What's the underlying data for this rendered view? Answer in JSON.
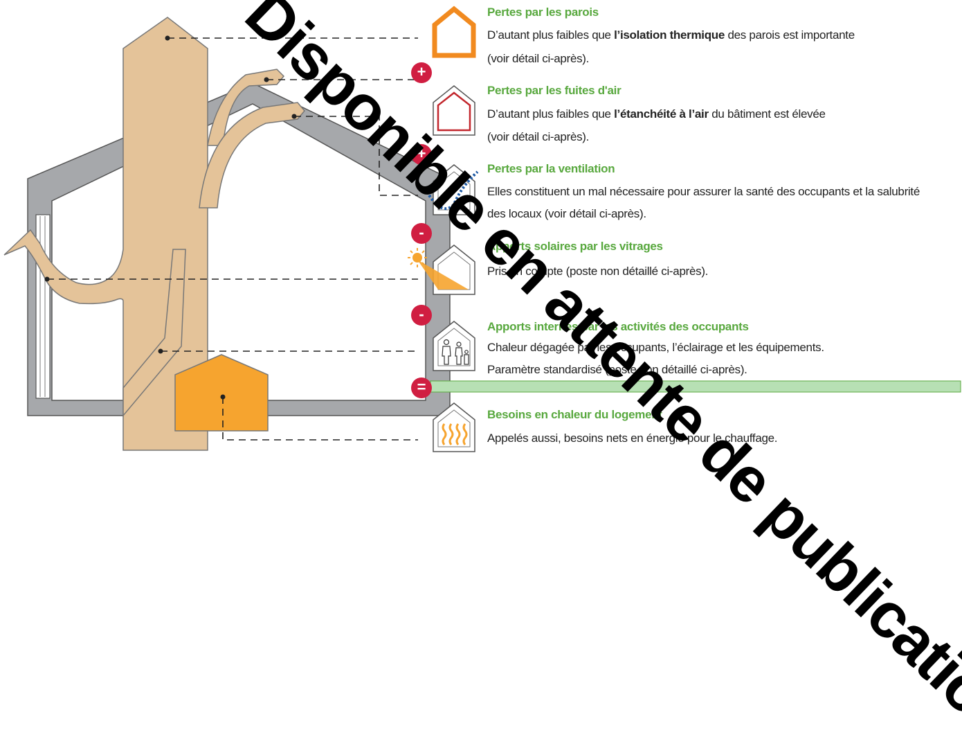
{
  "colors": {
    "accent_green": "#58a83e",
    "badge_red": "#d01e41",
    "flow_tan": "#e4c399",
    "heater_orange": "#f6a42f",
    "wall_grey": "#a6a8ab",
    "separator_green": "#b7e0b4"
  },
  "entries": [
    {
      "title": "Pertes par les parois",
      "desc1": [
        {
          "t": "D’autant plus faibles que ",
          "b": false
        },
        {
          "t": "l’isolation thermique",
          "b": true
        },
        {
          "t": " des parois est importante",
          "b": false
        }
      ],
      "desc2": "(voir détail ci-après).",
      "icon": "house-wall-icon"
    },
    {
      "title": "Pertes par les fuites d'air",
      "desc1": [
        {
          "t": "D’autant plus faibles que ",
          "b": false
        },
        {
          "t": "l’étanchéité à l’air",
          "b": true
        },
        {
          "t": " du bâtiment est élevée",
          "b": false
        }
      ],
      "desc2": "(voir détail ci-après).",
      "icon": "house-airtightness-icon"
    },
    {
      "title": "Pertes par la ventilation",
      "desc1": [
        {
          "t": "Elles constituent un mal nécessaire pour assurer la santé des occupants et la salubrité",
          "b": false
        }
      ],
      "desc2": "des locaux (voir détail ci-après).",
      "icon": "house-ventilation-icon"
    },
    {
      "title": "Apports solaires par les vitrages",
      "desc1": [
        {
          "t": "Pris en compte (poste non détaillé ci-après).",
          "b": false
        }
      ],
      "desc2": "",
      "icon": "house-sun-icon"
    },
    {
      "title": "Apports internes par les activités des occupants",
      "desc1": [
        {
          "t": "Chaleur dégagée par les occupants, l’éclairage et les équipements.",
          "b": false
        }
      ],
      "desc2": "Paramètre standardisé (poste non détaillé ci-après).",
      "icon": "house-occupants-icon"
    },
    {
      "title": "Besoins en chaleur du logement",
      "desc1": [
        {
          "t": "Appelés aussi, besoins nets en énergie pour le chauffage.",
          "b": false
        }
      ],
      "desc2": "",
      "icon": "house-heating-icon"
    }
  ],
  "operators": [
    "+",
    "+",
    "-",
    "-",
    "="
  ],
  "watermark": "Disponible en attente de publication"
}
